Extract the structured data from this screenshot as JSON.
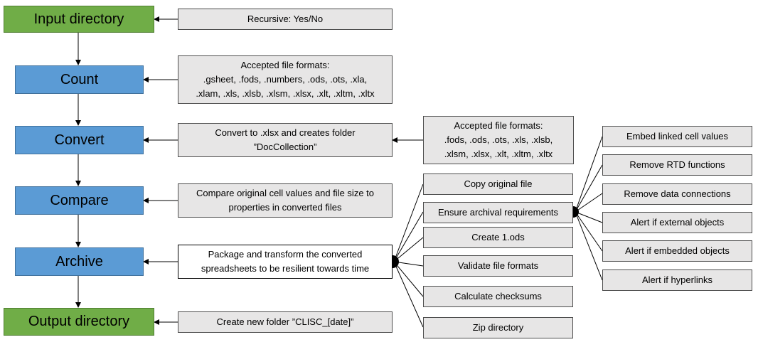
{
  "main_steps": {
    "input": "Input directory",
    "count": "Count",
    "convert": "Convert",
    "compare": "Compare",
    "archive": "Archive",
    "output": "Output directory"
  },
  "notes": {
    "recursive": "Recursive: Yes/No",
    "count_formats": [
      "Accepted file formats:",
      ".gsheet, .fods, .numbers, .ods, .ots, .xla,",
      ".xlam, .xls, .xlsb, .xlsm, .xlsx, .xlt, .xltm, .xltx"
    ],
    "convert_desc": [
      "Convert to .xlsx and creates folder",
      "”DocCollection”"
    ],
    "convert_formats": [
      "Accepted file formats:",
      ".fods, .ods, .ots, .xls, .xlsb,",
      ".xlsm, .xlsx, .xlt, .xltm, .xltx"
    ],
    "compare_desc": [
      "Compare original cell values and file size to",
      "properties in converted files"
    ],
    "archive_desc": [
      "Package and transform the converted",
      "spreadsheets to be resilient towards time"
    ],
    "output_desc": "Create new folder ”CLISC_[date]”"
  },
  "archive_steps": [
    "Copy original file",
    "Ensure archival requirements",
    "Create 1.ods",
    "Validate file formats",
    "Calculate checksums",
    "Zip directory"
  ],
  "requirements": [
    "Embed linked cell values",
    "Remove RTD functions",
    "Remove data connections",
    "Alert if external objects",
    "Alert if embedded objects",
    "Alert if hyperlinks"
  ],
  "colors": {
    "start_end": "#70ad47",
    "process": "#5b9bd5",
    "note": "#e7e6e6",
    "line": "#000000"
  }
}
